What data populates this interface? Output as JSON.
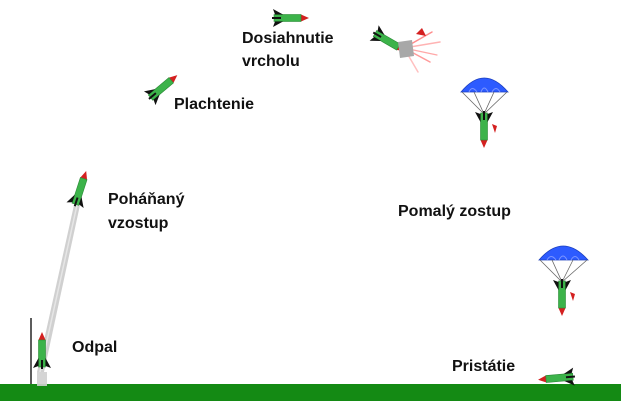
{
  "labels": {
    "launch": "Odpal",
    "powered_ascent": [
      "Poháňaný",
      "vzostup"
    ],
    "coasting": "Plachtenie",
    "apogee": [
      "Dosiahnutie",
      "vrcholu"
    ],
    "slow_descent": "Pomalý zostup",
    "landing": "Pristátie"
  },
  "colors": {
    "background": "#ffffff",
    "ground": "#148a14",
    "rocket_body": "#3cb34a",
    "rocket_tip": "#d42020",
    "rocket_fins": "#111111",
    "parachute": "#2d5bff",
    "exhaust": "#c8c8c8",
    "ejection_burst": "#ff9a9a"
  },
  "icons": [
    "rocket-icon",
    "parachute-icon",
    "ejection-burst-icon",
    "launch-rod-icon",
    "exhaust-trail-icon"
  ]
}
